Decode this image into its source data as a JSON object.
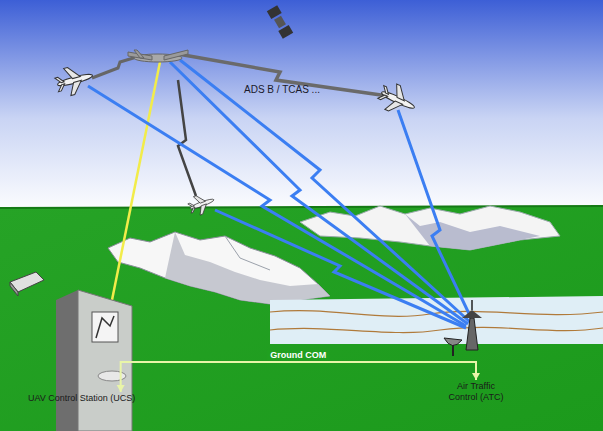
{
  "diagram": {
    "nodes": [
      {
        "text": [
          "UAV Control Station (UCS)"
        ]
      },
      {
        "text": [
          "Air Traffic Control (ATC)"
        ]
      }
    ],
    "edges": [
      {
        "from": 0,
        "to": 1,
        "arrow": "both",
        "label": "Ground COM"
      }
    ],
    "labels": [
      "ADS B / TCAS ..."
    ]
  }
}
